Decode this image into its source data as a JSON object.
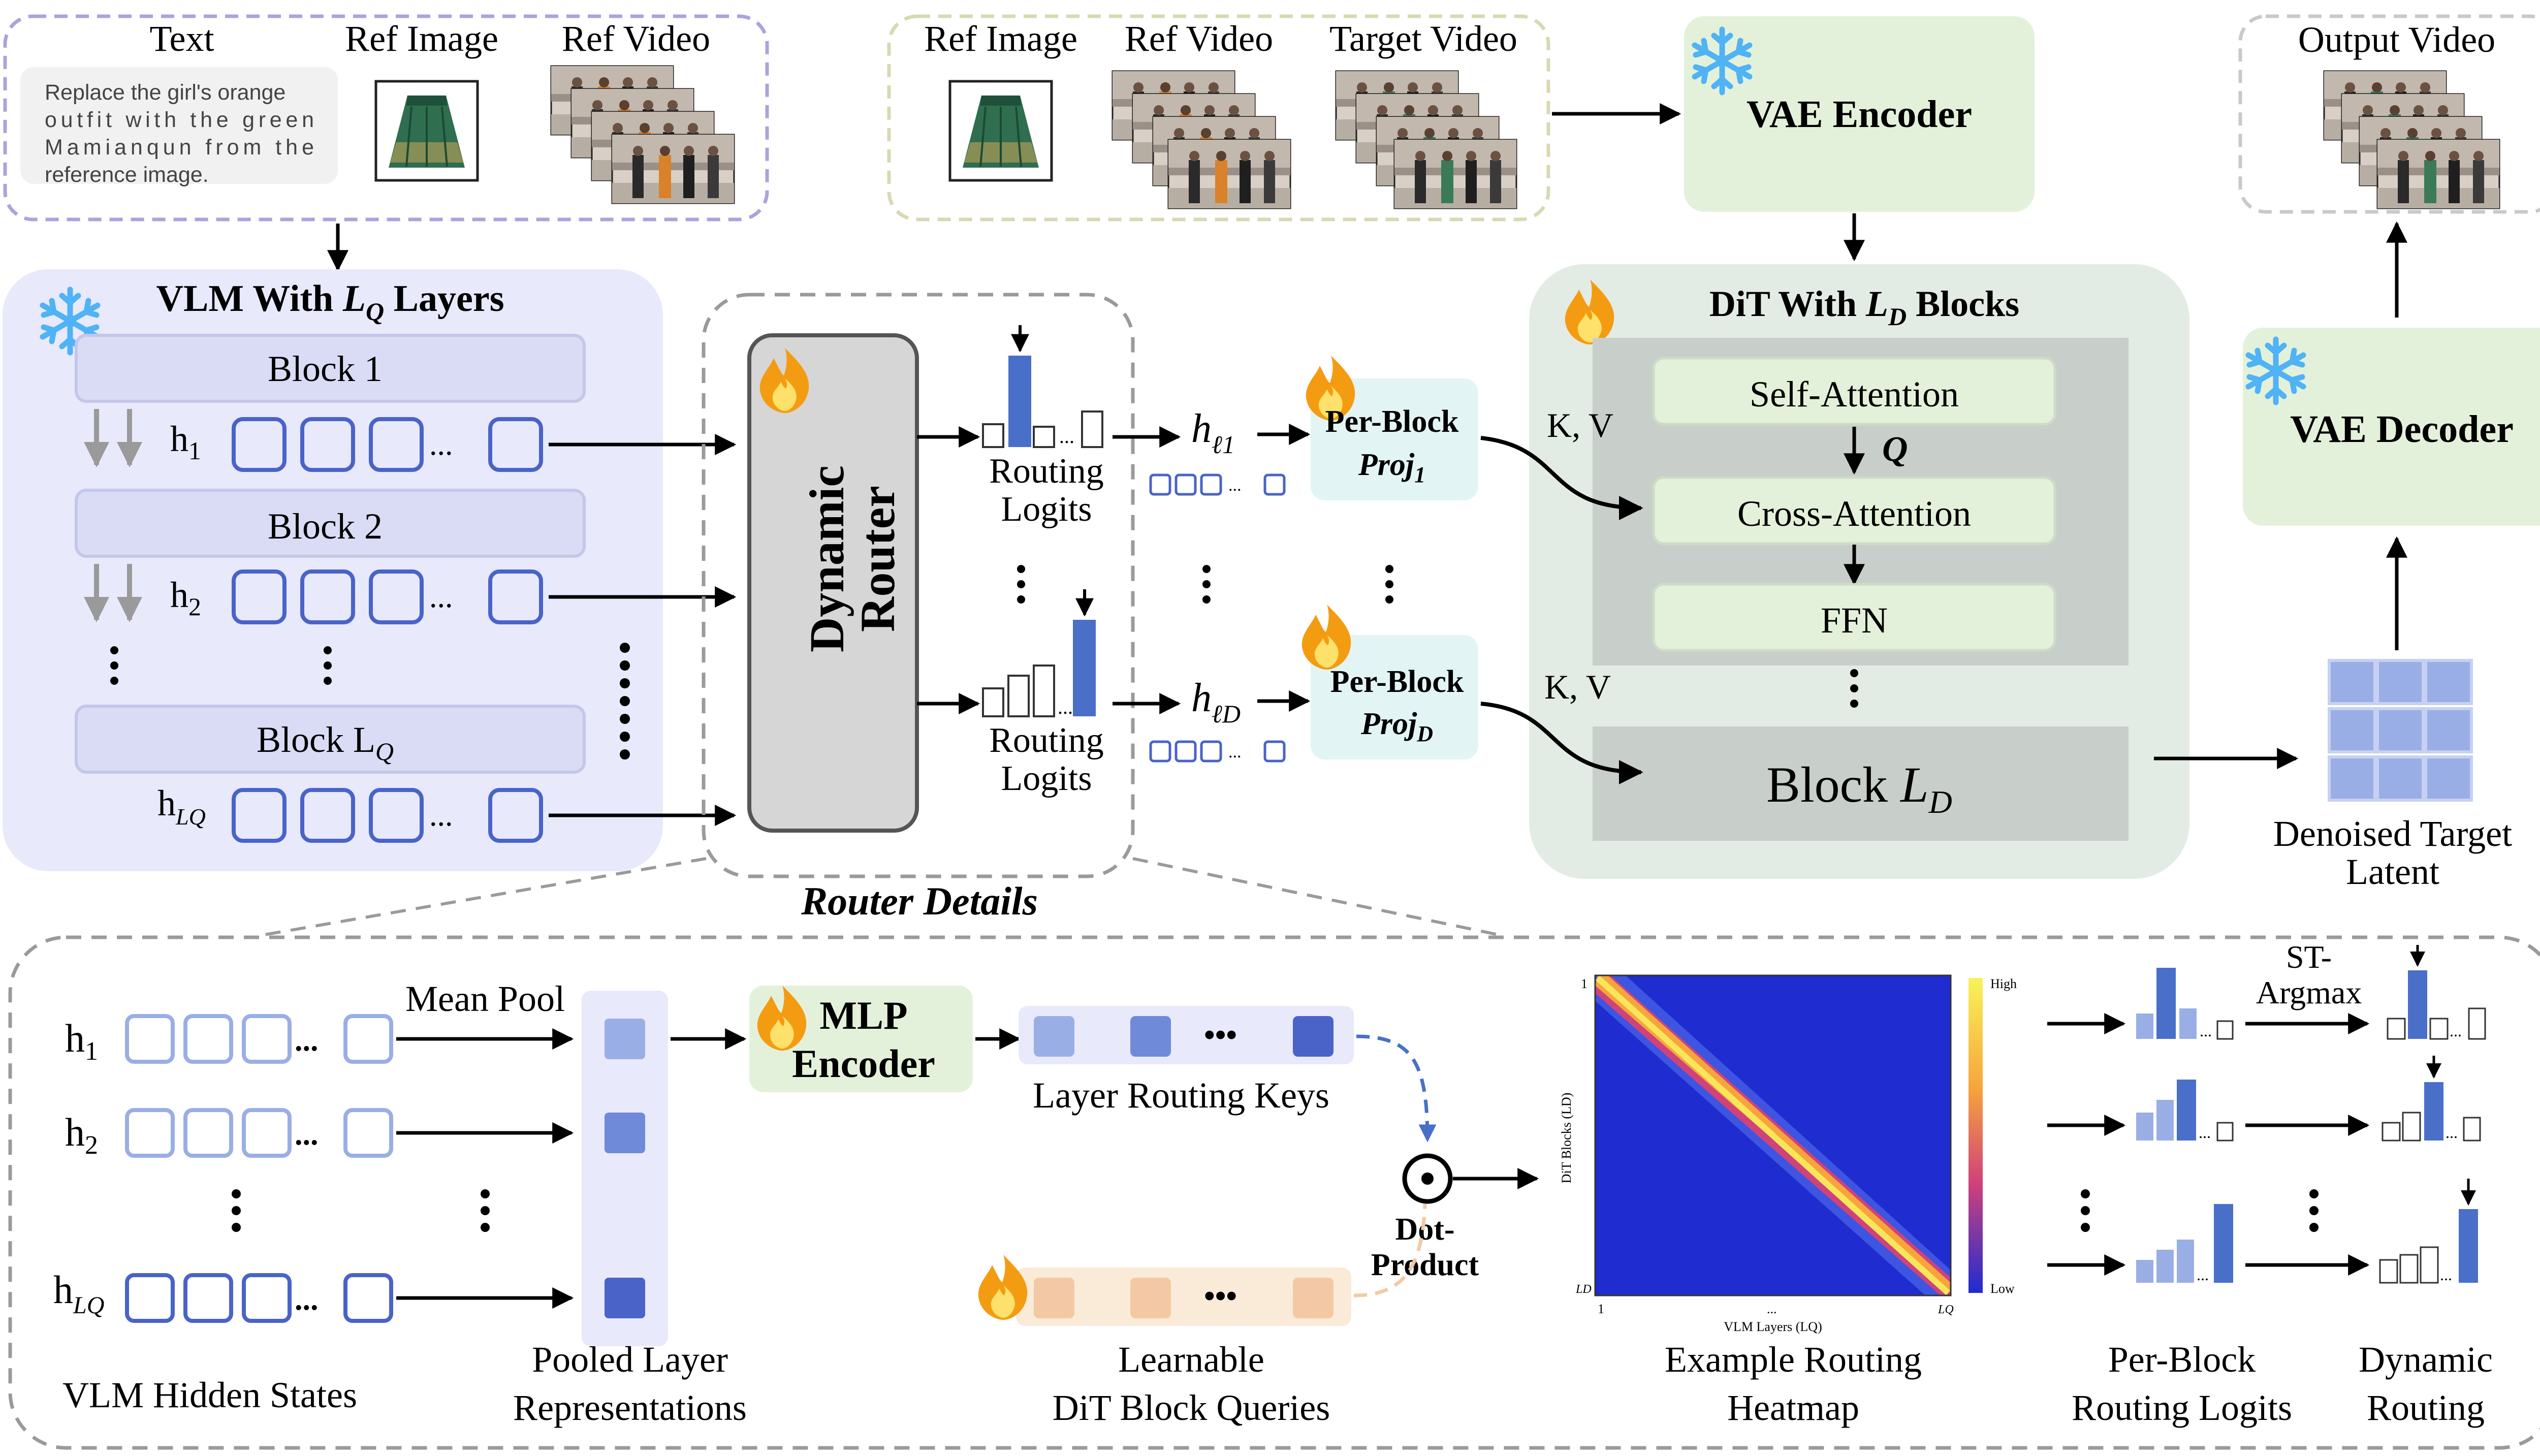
{
  "input_panel": {
    "text_header": "Text",
    "ref_image_header": "Ref Image",
    "ref_video_header": "Ref Video",
    "prompt_lines": [
      "Replace the girl's orange",
      "outfit with the green",
      "Mamianqun from the",
      "reference image."
    ]
  },
  "target_panel": {
    "ref_image_header": "Ref Image",
    "ref_video_header": "Ref Video",
    "target_video_header": "Target Video"
  },
  "vae_encoder": "VAE Encoder",
  "vae_decoder": "VAE Decoder",
  "output_video": "Output Video",
  "vlm": {
    "title_prefix": "VLM With ",
    "title_var": "L",
    "title_sub": "Q",
    "title_suffix": " Layers",
    "blocks": [
      {
        "label": "Block 1",
        "sub": "",
        "h": "h",
        "h_sub": "1"
      },
      {
        "label": "Block 2",
        "sub": "",
        "h": "h",
        "h_sub": "2"
      },
      {
        "label": "Block L",
        "sub": "Q",
        "h": "h",
        "h_sub": "LQ"
      }
    ]
  },
  "router": {
    "title_line1": "Dynamic",
    "title_line2": "Router",
    "logits_label_1": "Routing",
    "logits_label_2": "Logits",
    "out_1": "h",
    "out_1_sub": "ℓ1",
    "out_d": "h",
    "out_d_sub": "ℓD",
    "proj_1_line1": "Per-Block",
    "proj_1_line2": "Proj",
    "proj_1_sub": "1",
    "proj_d_line1": "Per-Block",
    "proj_d_line2": "Proj",
    "proj_d_sub": "D",
    "details_title": "Router Details"
  },
  "dit": {
    "title_prefix": "DiT With ",
    "title_var": "L",
    "title_sub": "D",
    "title_suffix": " Blocks",
    "self_attention": "Self-Attention",
    "q_label": "Q",
    "cross_attention": "Cross-Attention",
    "ffn": "FFN",
    "kv_label": "K, V",
    "block_ld": "Block ",
    "block_ld_var": "L",
    "block_ld_sub": "D"
  },
  "latent": {
    "line1": "Denoised Target",
    "line2": "Latent"
  },
  "details": {
    "mean_pool": "Mean Pool",
    "mlp_line1": "MLP",
    "mlp_line2": "Encoder",
    "routing_keys": "Layer Routing Keys",
    "dot_line1": "Dot-",
    "dot_line2": "Product",
    "hidden_states": "VLM Hidden States",
    "pooled_line1": "Pooled Layer",
    "pooled_line2": "Representations",
    "queries_line1": "Learnable",
    "queries_line2": "DiT Block Queries",
    "heatmap_line1": "Example Routing",
    "heatmap_line2": "Heatmap",
    "heat_high": "High",
    "heat_low": "Low",
    "heat_y_label": "DiT Blocks (LD)",
    "heat_x_label": "VLM Layers (LQ)",
    "heat_y_top": "1",
    "heat_y_bot": "LD",
    "heat_x_left": "1",
    "heat_x_right": "LQ",
    "heat_dots": "...",
    "st_line1": "ST-",
    "st_line2": "Argmax",
    "perblock_line1": "Per-Block",
    "perblock_line2": "Routing Logits",
    "dynamic_line1": "Dynamic",
    "dynamic_line2": "Routing"
  },
  "colors": {
    "vlm_bg": "#e8e9fb",
    "block_fill": "#dadcf5",
    "token_stroke": "#4a63c9",
    "dit_bg": "#e3ebe5",
    "dit_inner": "#c8cfcb",
    "green_box": "#e4f1da",
    "proj_box": "#e3f4f4",
    "router_fill": "#d6d6d6",
    "bar_blue": "#4a6fc9",
    "query_fill": "#f3c9a5",
    "key_fill": "#9aaee6"
  },
  "icons": [
    "snowflake-icon",
    "flame-icon",
    "dot-product-icon",
    "skirt-image",
    "video-frames"
  ]
}
